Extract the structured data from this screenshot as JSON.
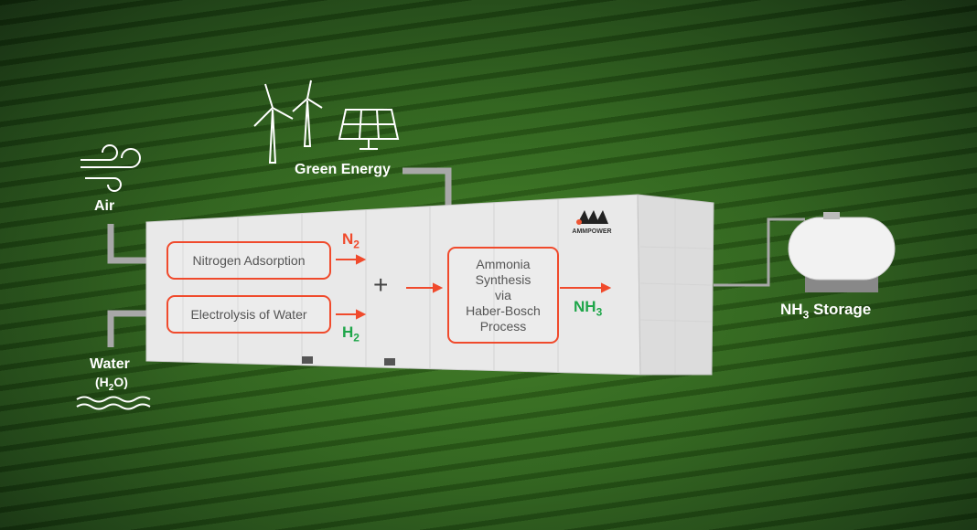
{
  "inputs": {
    "air": "Air",
    "water": "Water",
    "water_formula": {
      "prefix": "(H",
      "sub": "2",
      "suffix": "O)"
    },
    "green_energy": "Green Energy"
  },
  "container": {
    "brand": "AMMPOWER",
    "process_boxes": [
      "Nitrogen Adsorption",
      "Electrolysis of Water"
    ],
    "synthesis": [
      "Ammonia",
      "Synthesis",
      "via",
      "Haber-Bosch",
      "Process"
    ],
    "plus": "+",
    "n2": {
      "base": "N",
      "sub": "2"
    },
    "h2": {
      "base": "H",
      "sub": "2"
    },
    "nh3": {
      "base": "NH",
      "sub": "3"
    }
  },
  "output": {
    "base": "NH",
    "sub": "3",
    "suffix": " Storage"
  },
  "colors": {
    "arrow": "#f04a2c",
    "product": "#1fa64a",
    "pipe": "#a8a8a8"
  }
}
